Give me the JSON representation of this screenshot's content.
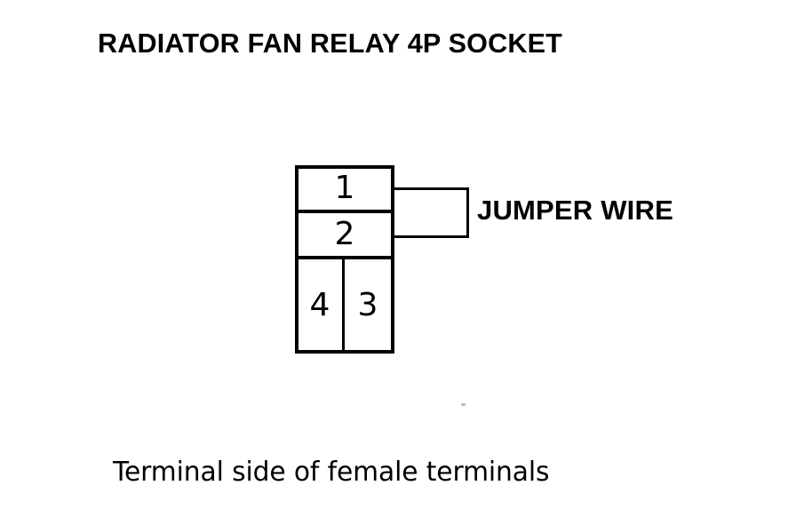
{
  "diagram": {
    "title": "RADIATOR FAN RELAY 4P SOCKET",
    "caption": "Terminal side of female terminals",
    "jumper_label": "JUMPER WIRE",
    "line_color": "#000000",
    "background_color": "#ffffff",
    "terminals": [
      {
        "id": "1",
        "label": "1",
        "position": "top"
      },
      {
        "id": "2",
        "label": "2",
        "position": "upper-middle"
      },
      {
        "id": "4",
        "label": "4",
        "position": "bottom-left"
      },
      {
        "id": "3",
        "label": "3",
        "position": "bottom-right"
      }
    ],
    "jumper": {
      "connects": "1-2",
      "label": "JUMPER WIRE"
    }
  }
}
